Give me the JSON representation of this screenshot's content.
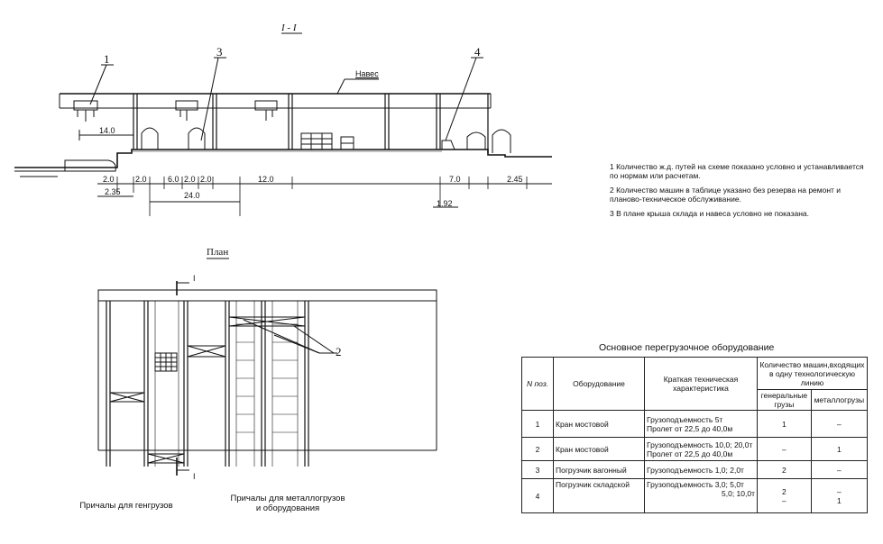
{
  "section": {
    "title": "I - I",
    "callouts": [
      "1",
      "3",
      "4"
    ],
    "canopy_label": "Навес",
    "dims_top": [
      "14.0"
    ],
    "dims_bottom": [
      "2.0",
      "2.0",
      "6.0",
      "2.0",
      "2.0",
      "12.0",
      "7.0",
      "2.45"
    ],
    "dim_total": "24.0",
    "dim_left": "2.35",
    "dim_right": "1.92"
  },
  "plan": {
    "title": "План",
    "section_mark_top": "I",
    "section_mark_bottom": "I",
    "callout": "2",
    "caption_left": "Причалы для генгрузов",
    "caption_right_1": "Причалы для металлогрузов",
    "caption_right_2": "и оборудования"
  },
  "notes": [
    "1 Количество ж.д. путей на схеме показано условно и устанавливается по нормам или расчетам.",
    "2 Количество машин в таблице указано без резерва на ремонт и планово-техническое обслуживание.",
    "3 В плане крыша склада и навеса условно не показана."
  ],
  "table": {
    "title": "Основное перегрузочное оборудование",
    "headers": {
      "pos": "N поз.",
      "equipment": "Оборудование",
      "spec": "Краткая техническая характеристика",
      "count": "Количество машин,входящих в одну технологическую линию",
      "general": "генеральные грузы",
      "metal": "металлогрузы"
    },
    "rows": [
      {
        "pos": "1",
        "equipment": "Кран мостовой",
        "spec1": "Грузоподъемность 5т",
        "spec2": "Пролет от 22,5 до 40,0м",
        "general": "1",
        "metal": "–"
      },
      {
        "pos": "2",
        "equipment": "Кран мостовой",
        "spec1": "Грузоподъемность 10,0; 20,0т",
        "spec2": "Пролет от 22,5 до 40,0м",
        "general": "–",
        "metal": "1"
      },
      {
        "pos": "3",
        "equipment": "Погрузчик вагонный",
        "spec1": "Грузоподъемность 1,0; 2,0т",
        "spec2": "",
        "general": "2",
        "metal": "–"
      },
      {
        "pos": "4",
        "equipment": "Погрузчик складской",
        "spec1": "Грузоподъемность 3,0; 5,0т",
        "spec2": "5,0; 10,0т",
        "general": "2",
        "metal": "–",
        "general2": "–",
        "metal2": "1"
      }
    ]
  }
}
